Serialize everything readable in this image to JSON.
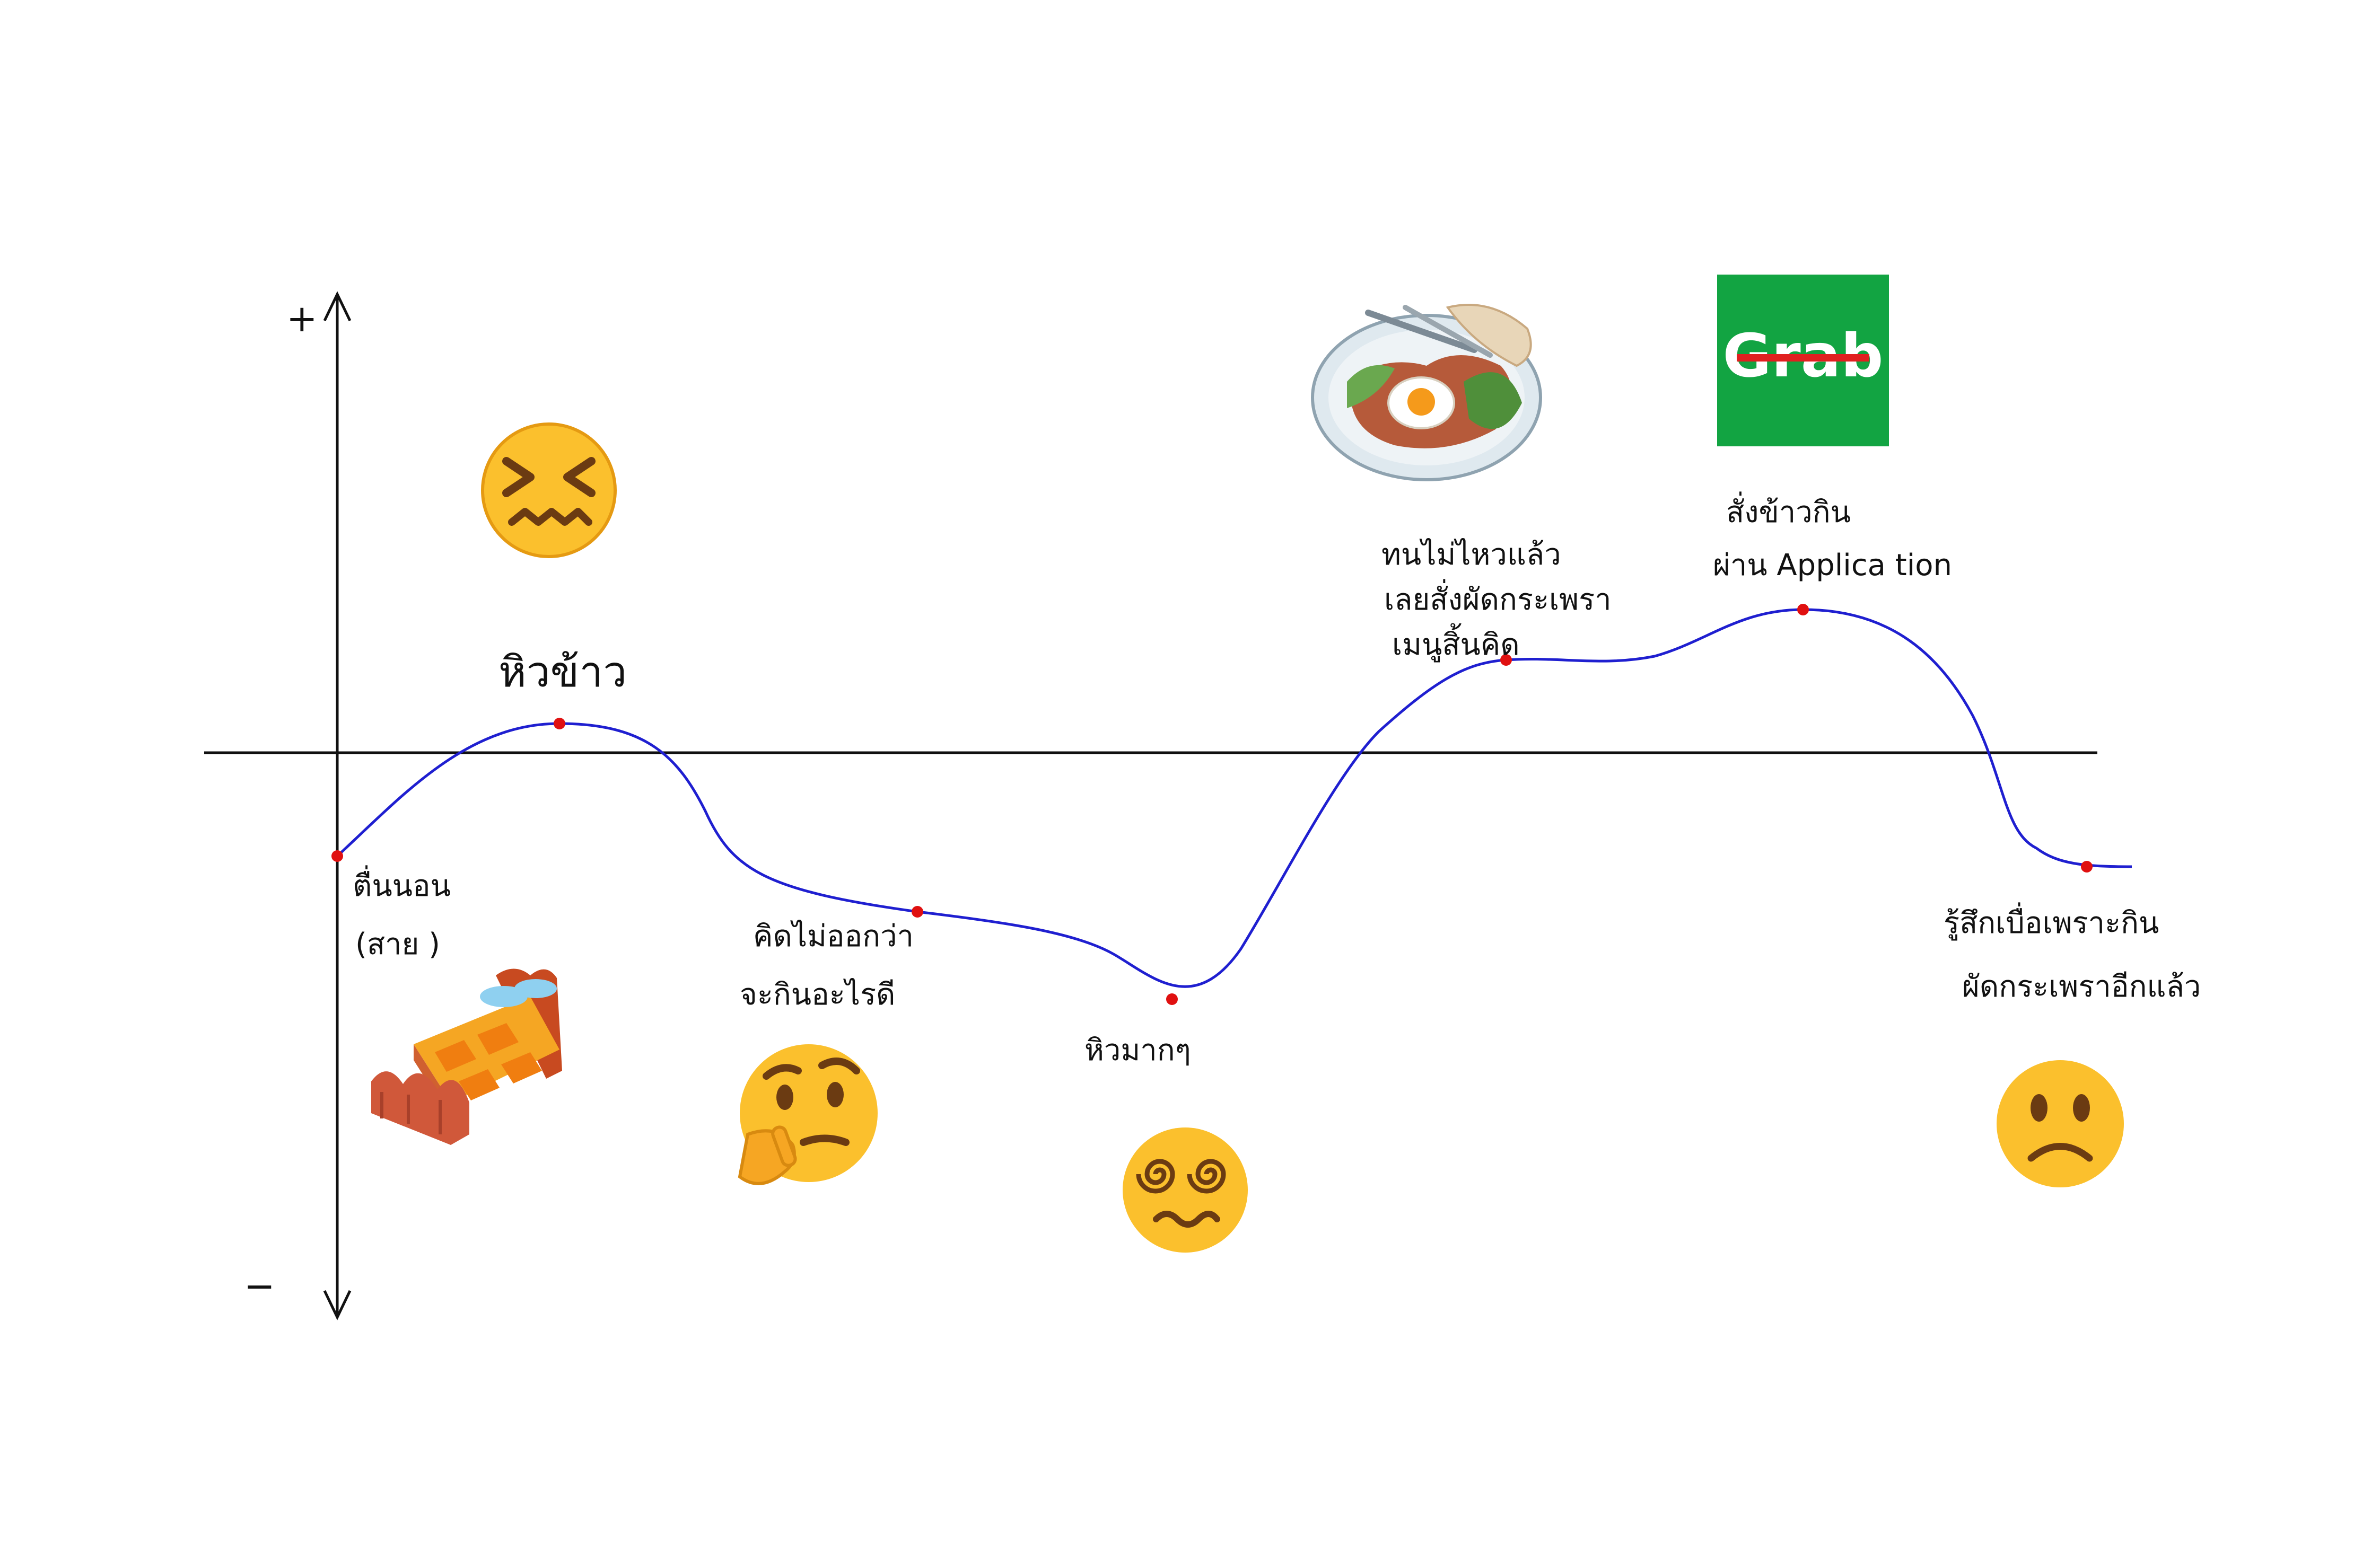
{
  "axis_signs": {
    "plus": "+",
    "minus": "−"
  },
  "colors": {
    "curve": "#1f1fd0",
    "point": "#e01010",
    "axis": "#111111",
    "grab_green": "#12a442",
    "grab_strike": "#e02020"
  },
  "stages": [
    {
      "id": "wake-up",
      "lines": [
        "ตื่นนอน",
        "(สาย )"
      ],
      "icon": "bed-icon"
    },
    {
      "id": "hungry",
      "lines": [
        "หิวข้าว"
      ],
      "icon": "confounded-face-icon"
    },
    {
      "id": "thinking",
      "lines": [
        "คิดไม่ออกว่า",
        "จะกินอะไรดี"
      ],
      "icon": "thinking-face-icon"
    },
    {
      "id": "very-hungry",
      "lines": [
        "หิวมากๆ"
      ],
      "icon": "dizzy-face-icon"
    },
    {
      "id": "ordered-basil",
      "lines": [
        "ทนไม่ไหวแล้ว",
        "เลยสั่งผัดกระเพรา",
        "เมนูสิ้นคิด"
      ],
      "icon": "food-plate-icon"
    },
    {
      "id": "grab-order",
      "lines": [
        "สั่งข้าวกิน",
        "ผ่าน Applica tion"
      ],
      "icon": "grab-logo-icon"
    },
    {
      "id": "bored",
      "lines": [
        "รู้สึกเบื่อเพราะกิน",
        "ผัดกระเพราอีกแล้ว"
      ],
      "icon": "slightly-frowning-face-icon"
    }
  ],
  "grab_logo_text": "Grab",
  "emoji": {
    "confounded": "😖",
    "thinking": "🤔",
    "dizzy": "😵",
    "frowning": "🙁"
  }
}
